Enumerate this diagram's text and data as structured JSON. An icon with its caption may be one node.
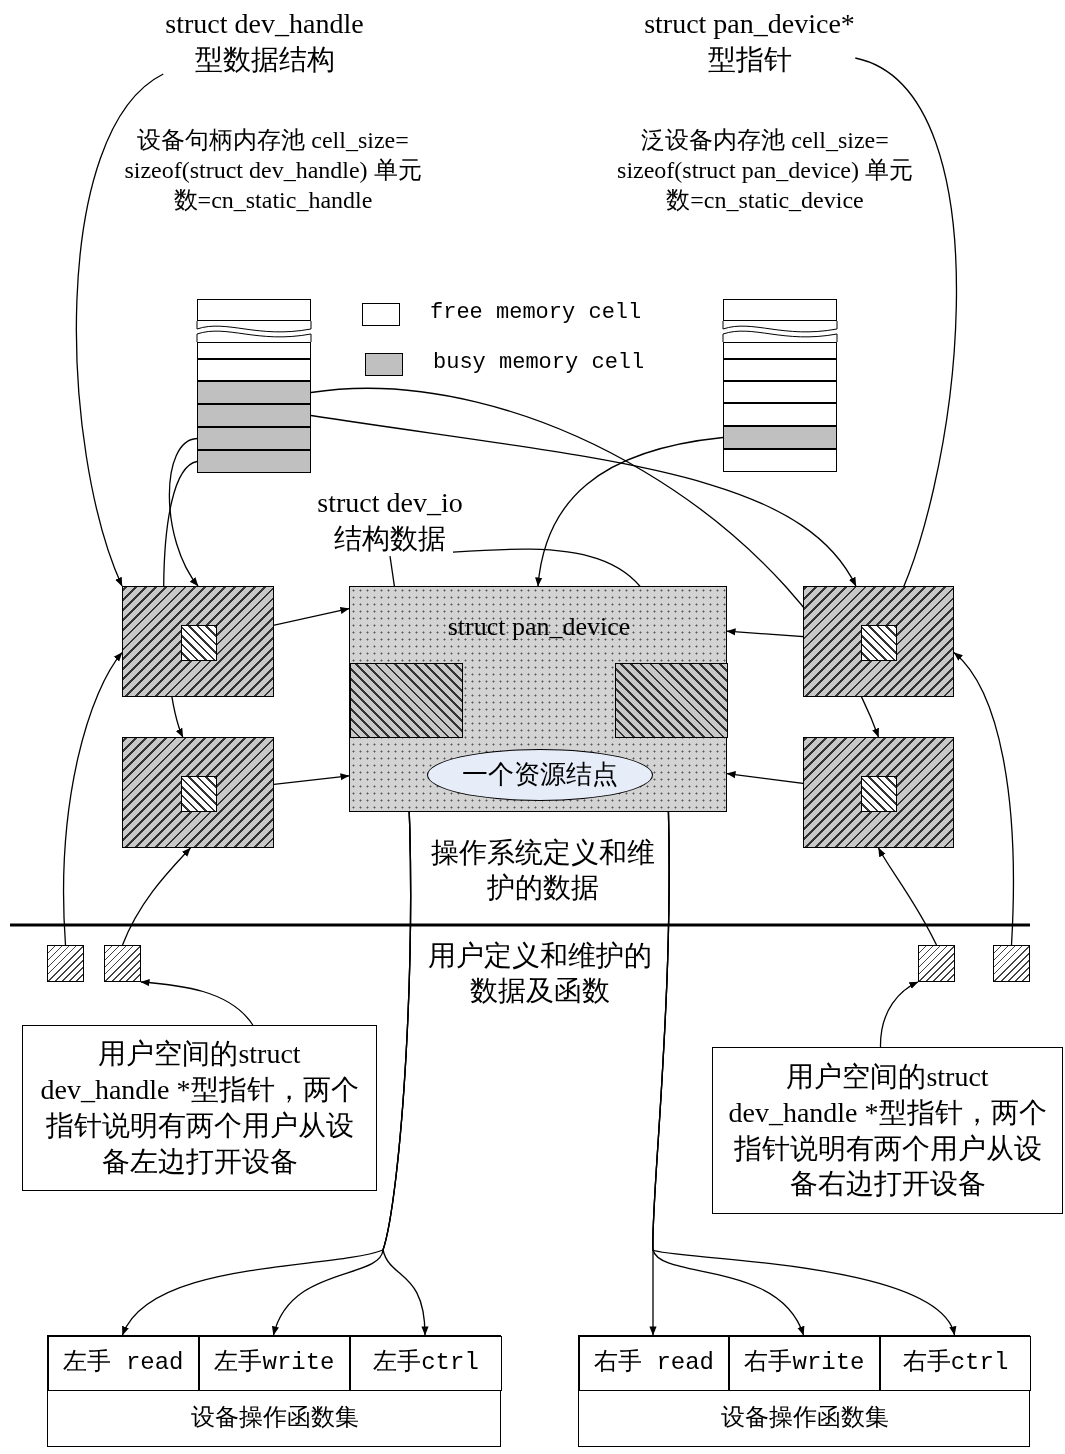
{
  "diagram": {
    "nodes": [
      {
        "text": [
          "struct dev_handle 型数据结构"
        ]
      },
      {
        "text": [
          "struct pan_device* 型指针"
        ]
      },
      {
        "text": [
          "设备句柄内存池 cell_size= sizeof(struct dev_handle) 单元数=cn_static_handle"
        ]
      },
      {
        "text": [],
        "shape": "box",
        "in": 2
      },
      {
        "text": [],
        "shape": "box",
        "in": 2
      },
      {
        "text": [],
        "shape": "box",
        "in": 2
      },
      {
        "text": [],
        "shape": "box",
        "in": 2
      },
      {
        "text": [],
        "shape": "box",
        "in": 2
      },
      {
        "text": [],
        "shape": "box",
        "in": 2
      },
      {
        "text": [],
        "shape": "box",
        "in": 2
      },
      {
        "text": [
          "泛设备内存池 cell_size= sizeof(struct pan_device) 单元数=cn_static_device"
        ]
      },
      {
        "text": [],
        "shape": "box",
        "in": 10
      },
      {
        "text": [],
        "shape": "box",
        "in": 10
      },
      {
        "text": [],
        "shape": "box",
        "in": 10
      },
      {
        "text": [],
        "shape": "box",
        "in": 10
      },
      {
        "text": [],
        "shape": "box",
        "in": 10
      },
      {
        "text": [],
        "shape": "box",
        "in": 10
      },
      {
        "text": [],
        "shape": "box",
        "in": 10
      },
      {
        "text": [
          "struct dev_io 结构数据"
        ]
      },
      {
        "text": [],
        "shape": "box"
      },
      {
        "text": [],
        "shape": "box",
        "in": 19
      },
      {
        "text": [],
        "shape": "box"
      },
      {
        "text": [],
        "shape": "box",
        "in": 21
      },
      {
        "text": [
          "struct pan_device"
        ]
      },
      {
        "text": [],
        "shape": "box",
        "in": 23
      },
      {
        "text": [],
        "shape": "box",
        "in": 23
      },
      {
        "text": [
          "一个资源结点"
        ],
        "in": 23
      },
      {
        "text": [],
        "shape": "box"
      },
      {
        "text": [],
        "shape": "box",
        "in": 27
      },
      {
        "text": [],
        "shape": "box"
      },
      {
        "text": [],
        "shape": "box",
        "in": 29
      },
      {
        "text": [],
        "shape": "box"
      },
      {
        "text": [],
        "shape": "box"
      },
      {
        "text": [],
        "shape": "box"
      },
      {
        "text": [],
        "shape": "box"
      },
      {
        "text": [
          "用户空间的struct dev_handle *型指针，两个指针说明有两个用户从设备左边打开设备"
        ]
      },
      {
        "text": [
          "用户空间的struct dev_handle *型指针，两个指针说明有两个用户从设备右边打开设备"
        ]
      },
      {
        "text": [
          "设备操作函数集"
        ]
      },
      {
        "text": [
          "左手 read"
        ],
        "in": 37
      },
      {
        "text": [
          "左手write"
        ],
        "in": 37
      },
      {
        "text": [
          "左手ctrl"
        ],
        "in": 37
      },
      {
        "text": [
          "设备操作函数集"
        ]
      },
      {
        "text": [
          "右手 read"
        ],
        "in": 41
      },
      {
        "text": [
          "右手write"
        ],
        "in": 41
      },
      {
        "text": [
          "右手ctrl"
        ],
        "in": 41
      }
    ],
    "edges": [
      {
        "from": 0,
        "to": 19,
        "arrow": "to"
      },
      {
        "from": 1,
        "to": 28,
        "arrow": "to"
      },
      {
        "from": 6,
        "to": 29,
        "arrow": "to"
      },
      {
        "from": 7,
        "to": 27,
        "arrow": "to"
      },
      {
        "from": 8,
        "to": 19,
        "arrow": "to"
      },
      {
        "from": 9,
        "to": 21,
        "arrow": "to"
      },
      {
        "from": 16,
        "to": 23,
        "arrow": "to"
      },
      {
        "from": 18,
        "to": 24,
        "arrow": "to"
      },
      {
        "from": 18,
        "to": 25,
        "arrow": "to"
      },
      {
        "from": 20,
        "to": 23,
        "arrow": "to"
      },
      {
        "from": 22,
        "to": 23,
        "arrow": "to"
      },
      {
        "from": 28,
        "to": 23,
        "arrow": "to"
      },
      {
        "from": 30,
        "to": 23,
        "arrow": "to"
      },
      {
        "from": 31,
        "to": 19,
        "arrow": "to"
      },
      {
        "from": 32,
        "to": 21,
        "arrow": "to"
      },
      {
        "from": 33,
        "to": 29,
        "arrow": "to"
      },
      {
        "from": 34,
        "to": 27,
        "arrow": "to"
      },
      {
        "from": 35,
        "to": 32,
        "arrow": "to"
      },
      {
        "from": 36,
        "to": 33,
        "arrow": "to"
      },
      {
        "from": 24,
        "to": 38,
        "arrow": "to"
      },
      {
        "from": 24,
        "to": 39,
        "arrow": "to"
      },
      {
        "from": 24,
        "to": 40,
        "arrow": "to"
      },
      {
        "from": 25,
        "to": 42,
        "arrow": "to"
      },
      {
        "from": 25,
        "to": 43,
        "arrow": "to"
      },
      {
        "from": 25,
        "to": 44,
        "arrow": "to"
      }
    ],
    "labels": [
      "操作系统定义和维护的数据",
      "用户定义和维护的数据及函数"
    ],
    "legend": [
      {
        "text": "free memory cell",
        "color": "#ffffff"
      },
      {
        "text": "busy memory cell",
        "color": "#c0c0c0"
      }
    ]
  }
}
